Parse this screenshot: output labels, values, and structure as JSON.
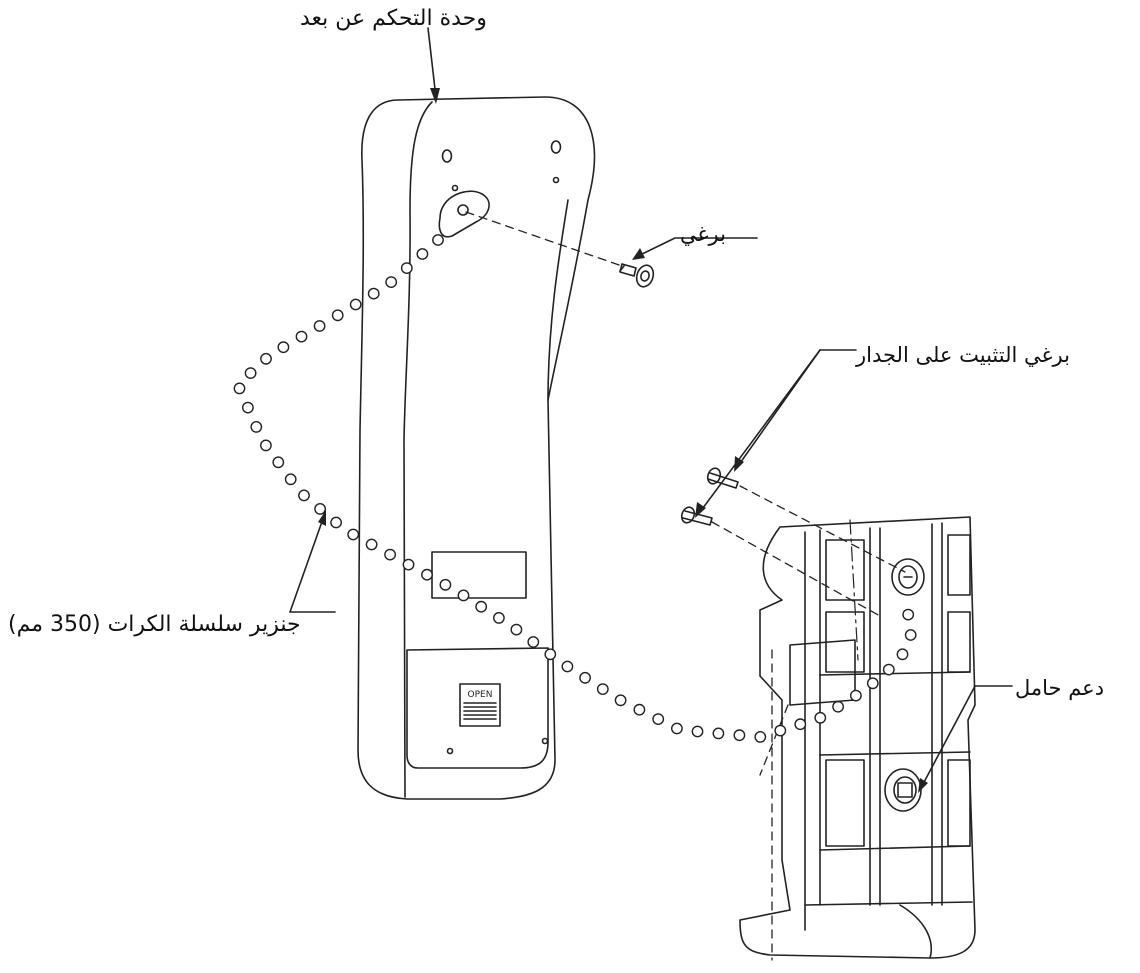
{
  "labels": {
    "remote_unit": "وحدة التحكم عن بعد",
    "screw": "برغي",
    "wall_screw": "برغي التثبيت على الجدار",
    "ball_chain": "جنزير سلسلة الكرات (350 مم)",
    "holder_support": "دعم حامل"
  },
  "product_marking": "OPEN",
  "colors": {
    "line": "#222222",
    "background": "#ffffff"
  }
}
